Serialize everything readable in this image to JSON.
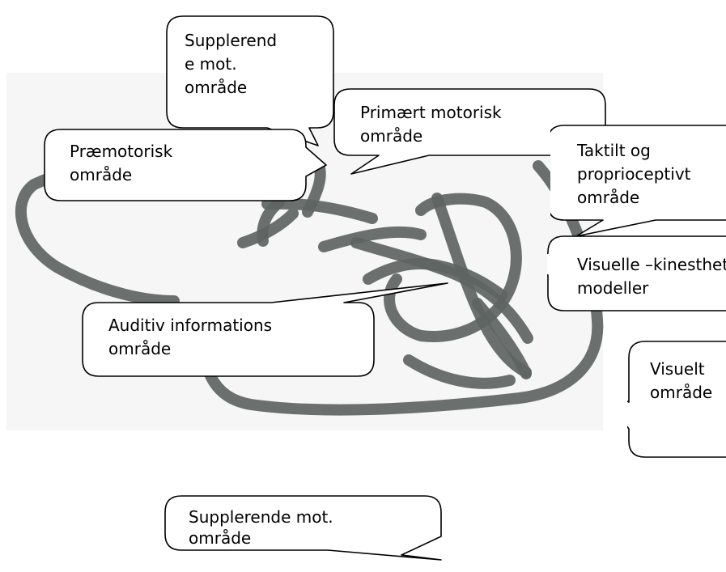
{
  "callouts": {
    "supplementary_motor_top": {
      "lines": [
        "Supplerend",
        "e mot.",
        "område"
      ]
    },
    "primary_motor": {
      "lines": [
        "Primært motorisk",
        "område"
      ]
    },
    "premotor": {
      "lines": [
        "Præmotorisk",
        "område"
      ]
    },
    "tactile": {
      "lines": [
        "Taktilt og",
        "proprioceptivt",
        "område"
      ]
    },
    "visual_kinesthetic": {
      "lines": [
        "Visuelle –kinesthetiske",
        "modeller"
      ]
    },
    "auditory": {
      "lines": [
        "Auditiv informations",
        "område"
      ]
    },
    "visual": {
      "lines": [
        "Visuelt",
        "område"
      ]
    },
    "supplementary_motor_bottom": {
      "lines": [
        "Supplerende mot.",
        "område"
      ]
    }
  },
  "colors": {
    "sketch_stroke": "#5e6462",
    "scan_background": "#f6f6f6",
    "bubble_fill": "#ffffff",
    "bubble_stroke": "#000000"
  }
}
